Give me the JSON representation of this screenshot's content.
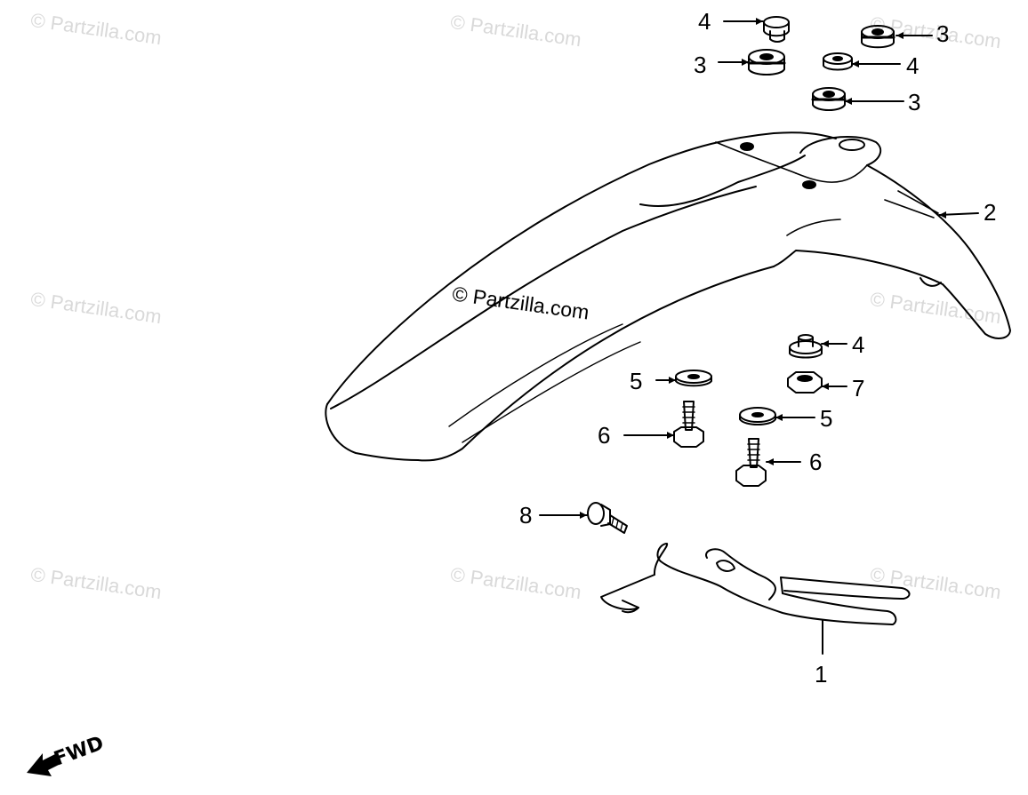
{
  "watermark": "© Partzilla.com",
  "fwd_label": "FWD",
  "callouts": {
    "c4a": "4",
    "c3a": "3",
    "c3b": "3",
    "c4b": "4",
    "c3c": "3",
    "c2": "2",
    "c4c": "4",
    "c5a": "5",
    "c7": "7",
    "c5b": "5",
    "c6a": "6",
    "c6b": "6",
    "c8": "8",
    "c1": "1"
  }
}
